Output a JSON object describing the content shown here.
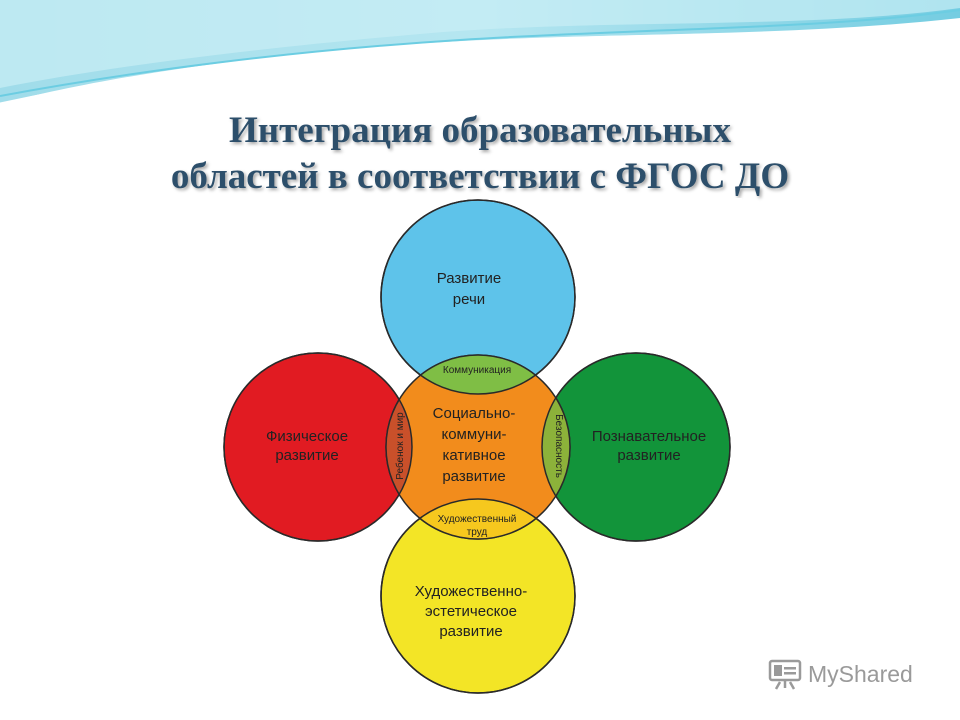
{
  "slide": {
    "title_line1": "Интеграция образовательных",
    "title_line2": "областей в соответствии с ФГОС ДО"
  },
  "diagram": {
    "circles": {
      "top": {
        "line1": "Развитие",
        "line2": "речи",
        "color": "#5ec3ea"
      },
      "left": {
        "line1": "Физическое",
        "line2": "развитие",
        "color": "#e11b22"
      },
      "right": {
        "line1": "Познавательное",
        "line2": "развитие",
        "color": "#12943a"
      },
      "bottom": {
        "line1": "Художественно-",
        "line2": "эстетическое",
        "line3": "развитие",
        "color": "#f3e526"
      },
      "center": {
        "line1": "Социально-",
        "line2": "коммуни-",
        "line3": "кативное",
        "line4": "развитие",
        "color": "#f28c1c"
      }
    },
    "overlaps": {
      "top": {
        "label": "Коммуникация",
        "color": "#7fbe45"
      },
      "left": {
        "label": "Ребенок и мир",
        "color": "#c9502a"
      },
      "right": {
        "label": "Безопасность",
        "color": "#8cb23a"
      },
      "bottom": {
        "line1": "Художественный",
        "line2": "труд",
        "color": "#f6c81e"
      }
    }
  },
  "watermark": {
    "text": "MyShared"
  }
}
